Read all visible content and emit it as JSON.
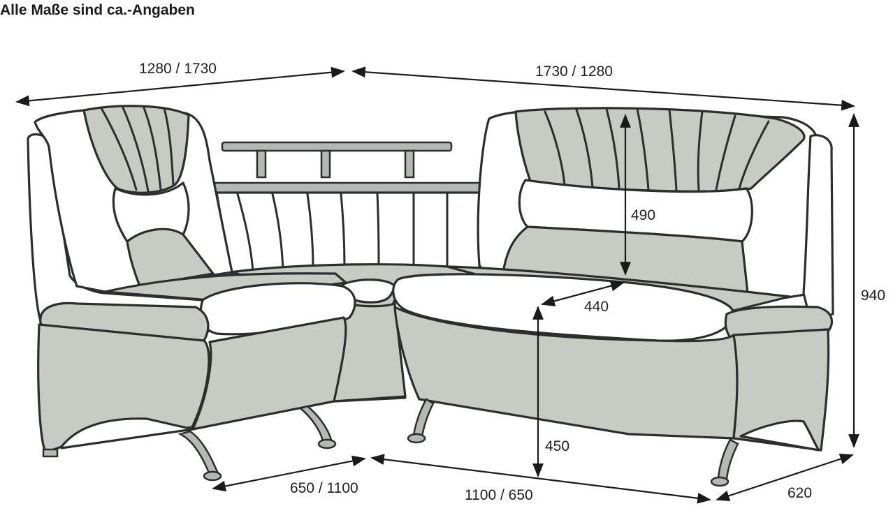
{
  "note": "Alle Maße sind ca.-Angaben",
  "dimensions": {
    "left_length": "1280 / 1730",
    "right_length": "1730 / 1280",
    "backrest_height": "490",
    "seat_depth": "440",
    "total_height": "940",
    "seat_height": "450",
    "left_depth": "650 / 1100",
    "front_length": "1100 / 650",
    "right_depth": "620"
  },
  "colors": {
    "upholstery": "#c7cbc3",
    "cushion": "#ffffff",
    "outline": "#2b2e2c"
  }
}
